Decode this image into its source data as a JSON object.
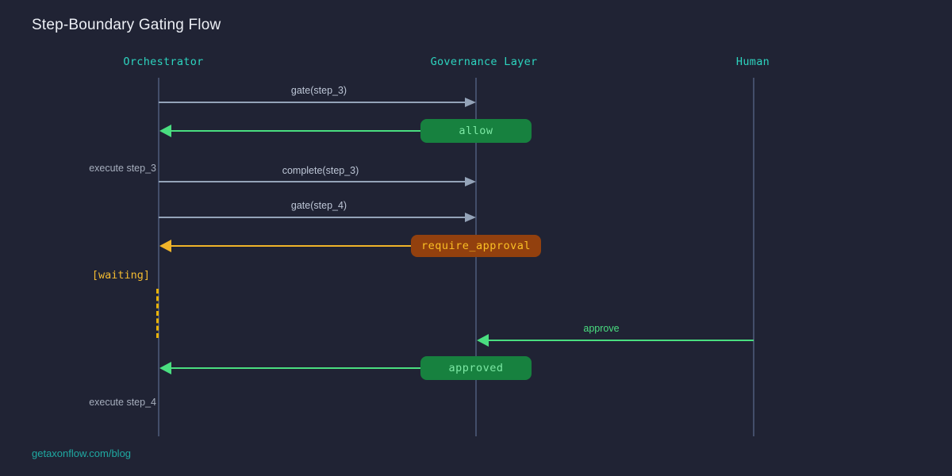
{
  "title": "Step-Boundary Gating Flow",
  "footer": {
    "link_text": "getaxonflow.com/blog"
  },
  "colors": {
    "background": "#202334",
    "accent_teal": "#2dd4bf",
    "green": "#4ade80",
    "green_badge_bg": "#17813f",
    "green_badge_text": "#7ce8a4",
    "amber": "#f0b429",
    "amber_badge_bg": "#92400e",
    "amber_badge_text": "#fbbf24",
    "gray_arrow": "#94a3b8",
    "lifeline": "#434e6a"
  },
  "diagram": {
    "actors": [
      {
        "id": "orchestrator",
        "label": "Orchestrator"
      },
      {
        "id": "governance",
        "label": "Governance Layer"
      },
      {
        "id": "human",
        "label": "Human"
      }
    ],
    "messages": [
      {
        "label": "gate(step_3)",
        "from": "Orchestrator",
        "to": "Governance Layer",
        "kind": "call",
        "color": "gray"
      },
      {
        "label": "allow",
        "from": "Governance Layer",
        "to": "Orchestrator",
        "kind": "badge-response",
        "color": "green"
      },
      {
        "label": "complete(step_3)",
        "from": "Orchestrator",
        "to": "Governance Layer",
        "kind": "call",
        "color": "gray"
      },
      {
        "label": "gate(step_4)",
        "from": "Orchestrator",
        "to": "Governance Layer",
        "kind": "call",
        "color": "gray"
      },
      {
        "label": "require_approval",
        "from": "Governance Layer",
        "to": "Orchestrator",
        "kind": "badge-response",
        "color": "amber"
      },
      {
        "label": "approve",
        "from": "Human",
        "to": "Governance Layer",
        "kind": "call",
        "color": "green"
      },
      {
        "label": "approved",
        "from": "Governance Layer",
        "to": "Orchestrator",
        "kind": "badge-response",
        "color": "green"
      }
    ],
    "notes": [
      {
        "text": "execute step_3",
        "actor": "Orchestrator"
      },
      {
        "text": "[waiting]",
        "actor": "Orchestrator"
      },
      {
        "text": "execute step_4",
        "actor": "Orchestrator"
      }
    ]
  }
}
